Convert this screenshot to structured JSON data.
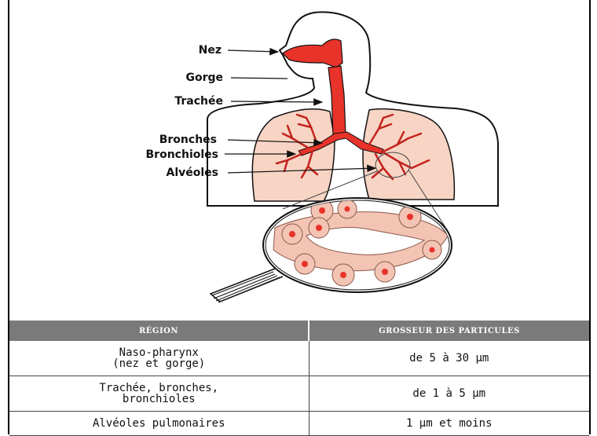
{
  "labels": {
    "nez": "Nez",
    "gorge": "Gorge",
    "trachee": "Trachée",
    "bronches": "Bronches",
    "bronchioles": "Bronchioles",
    "alveoles": "Alvéoles"
  },
  "table": {
    "headers": [
      "RÉGION",
      "GROSSEUR DES PARTICULES"
    ],
    "rows": [
      {
        "region_line1": "Naso-pharynx",
        "region_line2": "(nez et gorge)",
        "size": "de 5 à 30 µm"
      },
      {
        "region_line1": "Trachée, bronches,",
        "region_line2": "bronchioles",
        "size": "de 1 à 5 µm"
      },
      {
        "region_line1": "Alvéoles pulmonaires",
        "region_line2": "",
        "size": "1 µm et moins"
      }
    ]
  },
  "colors": {
    "airway": "#e8332a",
    "lung": "#f7d4c4",
    "alveolus_fill": "#f3c3b3",
    "header_bg": "#7a7a7a"
  }
}
